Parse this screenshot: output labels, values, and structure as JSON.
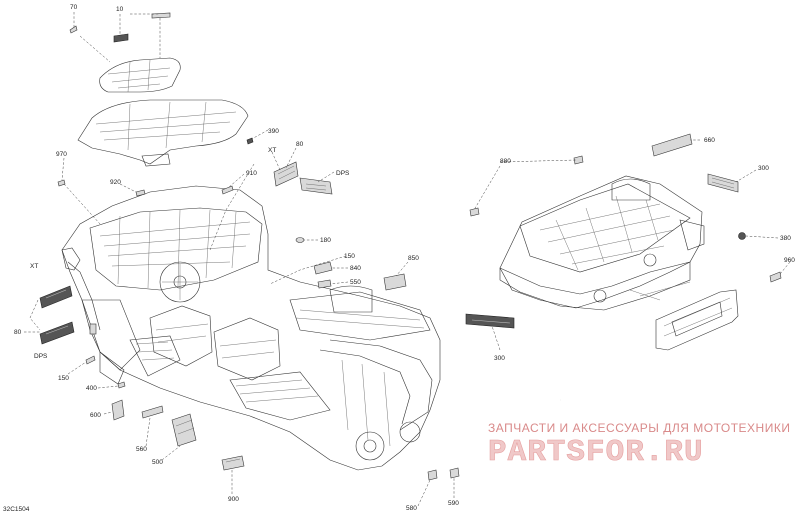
{
  "diagram_ref": "32C1504",
  "watermark": {
    "line1": "ЗАПЧАСТИ И АКСЕССУАРЫ ДЛЯ МОТОТЕХНИКИ",
    "line2": "PARTSFOR.RU",
    "line1_color": "#d98a8a",
    "line2_color": "#f0c8c8"
  },
  "callouts": {
    "c70": "70",
    "c10": "10",
    "c390": "390",
    "c80a": "80",
    "xt_a": "XT",
    "dps_a": "DPS",
    "c970": "970",
    "c920": "920",
    "c910": "910",
    "c180": "180",
    "c150a": "150",
    "c840": "840",
    "c550": "550",
    "c850": "850",
    "xt_b": "XT",
    "c80b": "80",
    "dps_b": "DPS",
    "c150b": "150",
    "c400": "400",
    "c600": "600",
    "c560": "560",
    "c500": "500",
    "c900": "900",
    "c580": "580",
    "c590": "590",
    "c880": "880",
    "c660": "660",
    "c300a": "300",
    "c380": "380",
    "c960": "960",
    "c300b": "300"
  }
}
